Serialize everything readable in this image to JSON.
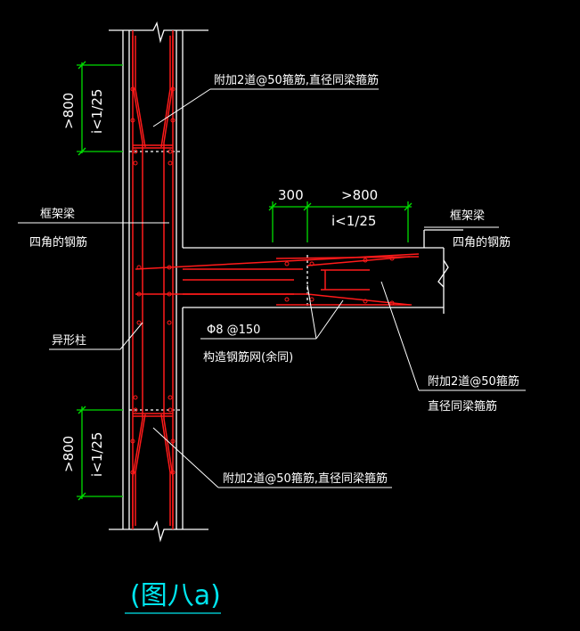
{
  "colors": {
    "background": "#000000",
    "outline": "#ffffff",
    "rebar": "#ff1a1a",
    "dimension": "#00dd00",
    "text": "#ffffff",
    "caption": "#00e5ee"
  },
  "labels": {
    "top_stirrup_note": "附加2道@50箍筋,直径同梁箍筋",
    "frame_beam_left": "框架梁",
    "corner_bars_left": "四角的钢筋",
    "special_column": "异形柱",
    "mesh_spec": "Φ8 @150",
    "mesh_name": "构造钢筋网(余同)",
    "frame_beam_right": "框架梁",
    "corner_bars_right": "四角的钢筋",
    "right_stirrup_note_1": "附加2道@50箍筋",
    "right_stirrup_note_2": "直径同梁箍筋",
    "bottom_stirrup_note": "附加2道@50箍筋,直径同梁箍筋"
  },
  "dimensions": {
    "top_length": ">800",
    "top_slope": "i<1/25",
    "right_short": "300",
    "right_length": ">800",
    "right_slope": "i<1/25",
    "bottom_length": ">800",
    "bottom_slope": "i<1/25"
  },
  "caption": "(图八a)"
}
